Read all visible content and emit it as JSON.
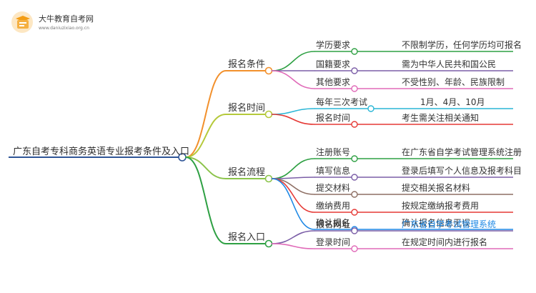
{
  "logo": {
    "name": "大牛教育自考网",
    "url": "www.daniuzixiao.org.cn"
  },
  "root": {
    "label": "广东自考专科商务英语专业报考条件及入口",
    "color": "#2f5597"
  },
  "branches": [
    {
      "label": "报名条件",
      "color": "#f2902c",
      "items": [
        {
          "label": "学历要求",
          "value": "不限制学历，任何学历均可报名",
          "color": "#2ea043"
        },
        {
          "label": "国籍要求",
          "value": "需为中华人民共和国公民",
          "color": "#7b5ea7"
        },
        {
          "label": "其他要求",
          "value": "不受性别、年龄、民族限制",
          "color": "#e06ab8"
        }
      ]
    },
    {
      "label": "报名时间",
      "color": "#b5c93a",
      "items": [
        {
          "label": "每年三次考试",
          "value": "1月、4月、10月",
          "color": "#29b6d6"
        },
        {
          "label": "报名时间",
          "value": "考生需关注相关通知",
          "color": "#e53935"
        }
      ]
    },
    {
      "label": "报名流程",
      "color": "#8bc34a",
      "items": [
        {
          "label": "注册账号",
          "value": "在广东省自学考试管理系统注册",
          "color": "#2ea043"
        },
        {
          "label": "填写信息",
          "value": "登录后填写个人信息及报考科目",
          "color": "#7b5ea7"
        },
        {
          "label": "提交材料",
          "value": "提交相关报名材料",
          "color": "#8d6e63"
        },
        {
          "label": "缴纳费用",
          "value": "按规定缴纳报考费用",
          "color": "#e53935"
        },
        {
          "label": "确认报名",
          "value": "确认报名信息无误",
          "color": "#1e88e5"
        }
      ]
    },
    {
      "label": "报名入口",
      "color": "#2ea043",
      "items": [
        {
          "label": "报名网址",
          "value": "广东省自学考试管理系统",
          "color": "#7b5ea7",
          "value_is_link": true
        },
        {
          "label": "登录时间",
          "value": "在规定时间内进行报名",
          "color": "#e06ab8"
        }
      ]
    }
  ]
}
